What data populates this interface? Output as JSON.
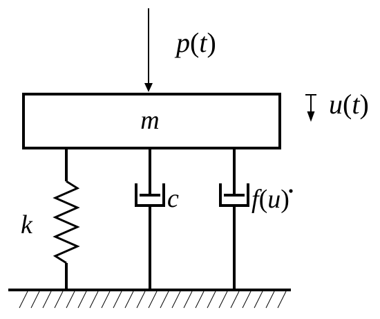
{
  "diagram": {
    "load_symbol": "p",
    "load_arg": "t",
    "displacement_symbol": "u",
    "displacement_arg": "t",
    "mass_label": "m",
    "stiffness_label": "k",
    "damping_label": "c",
    "nonlinear_damper_symbol": "f",
    "nonlinear_damper_arg": "u",
    "line_color": "#000000",
    "background": "#ffffff",
    "icons": {
      "load": "down-arrow-icon",
      "displacement": "down-arrow-icon",
      "spring": "zigzag-spring-icon",
      "damper": "dashpot-icon",
      "ground": "hatched-ground-icon"
    }
  }
}
